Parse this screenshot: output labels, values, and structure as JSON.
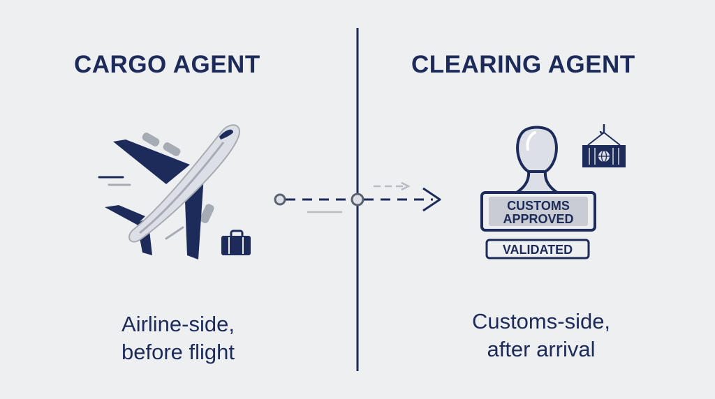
{
  "left_panel": {
    "title": "CARGO AGENT",
    "caption_line1": "Airline-side,",
    "caption_line2": "before flight"
  },
  "right_panel": {
    "title": "CLEARING AGENT",
    "caption_line1": "Customs-side,",
    "caption_line2": "after arrival",
    "stamp_line1": "CUSTOMS",
    "stamp_line2": "APPROVED",
    "validated_label": "VALIDATED"
  },
  "icons": [
    "airplane-icon",
    "suitcase-icon",
    "rubber-stamp-icon",
    "cargo-container-icon",
    "arrow-right-icon"
  ],
  "colors": {
    "navy": "#1c2b5a",
    "grey": "#a7abb4",
    "plane_light": "#dcdfe5",
    "background": "#eeeff0"
  }
}
